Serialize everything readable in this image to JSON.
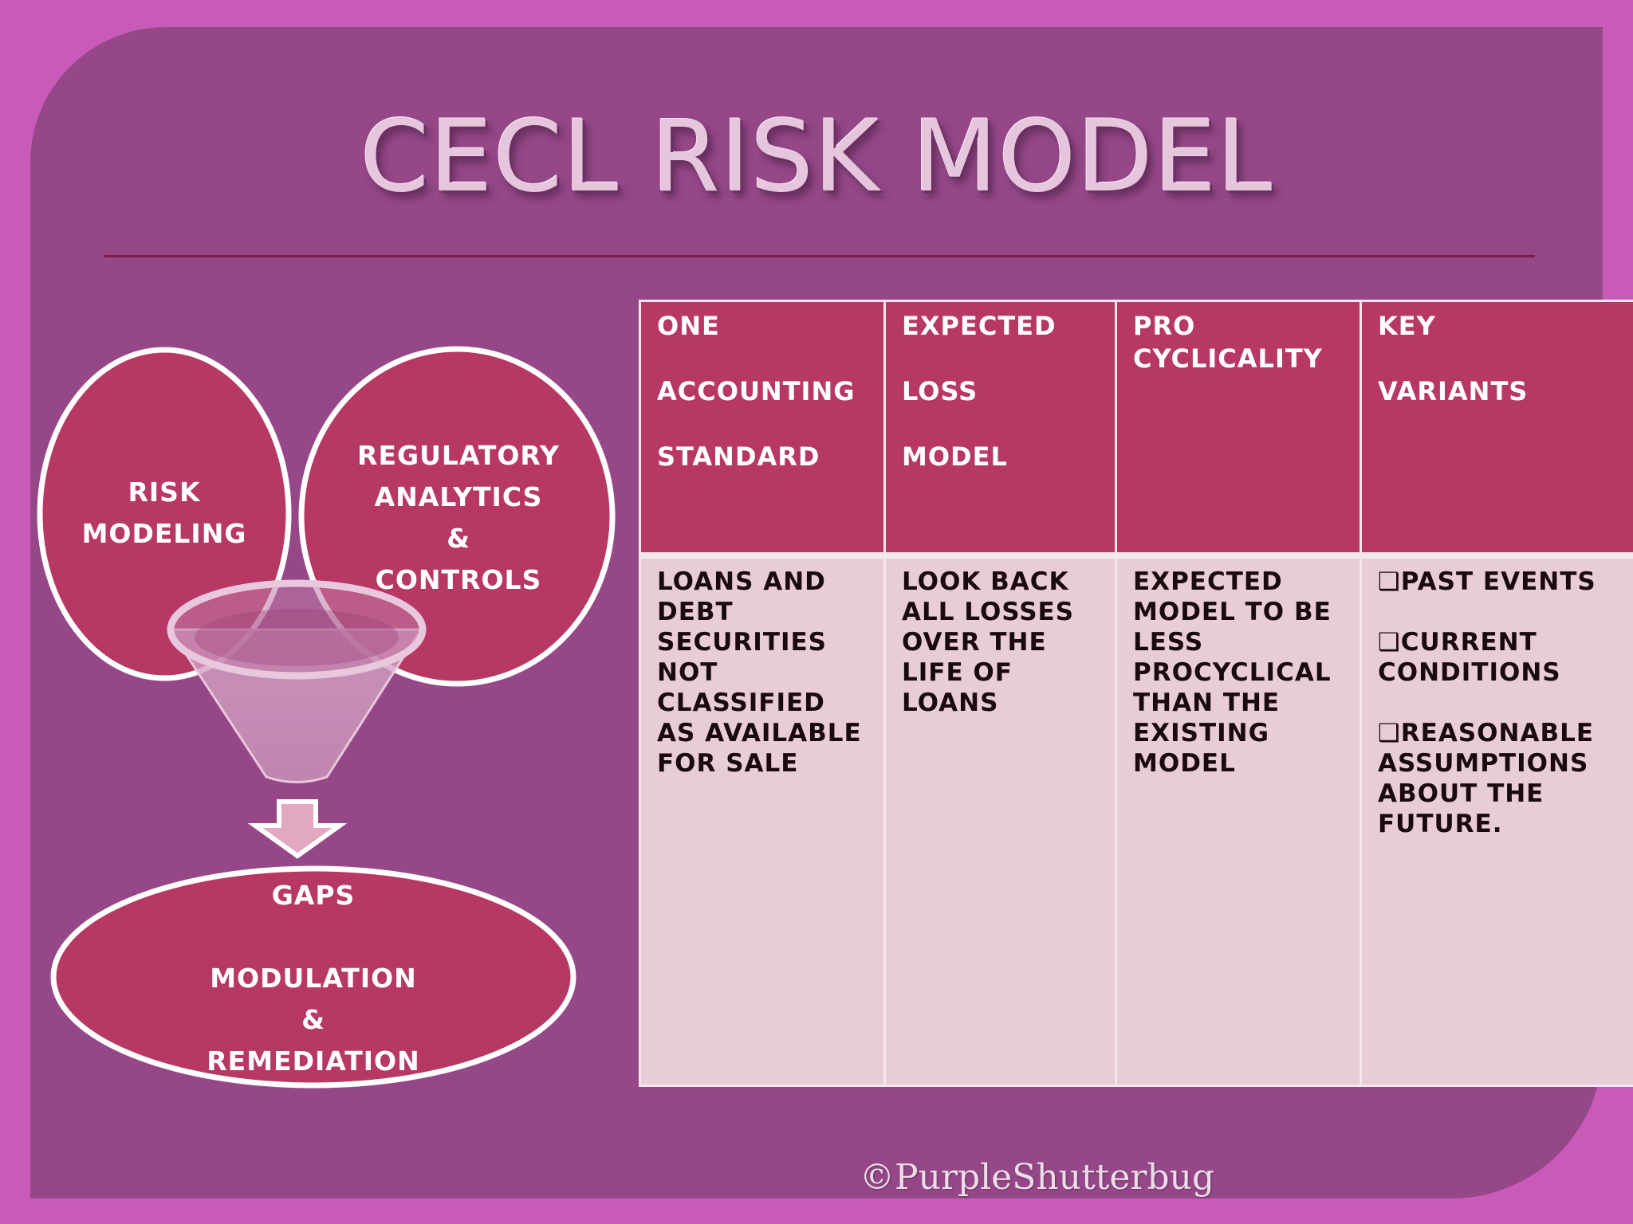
{
  "title": "CECL RISK MODEL",
  "diagram": {
    "risk_modeling": [
      "RISK",
      "MODELING"
    ],
    "regulatory": [
      "REGULATORY",
      "ANALYTICS",
      "&",
      "CONTROLS"
    ],
    "gaps": [
      "GAPS",
      "",
      "MODULATION",
      "&",
      "REMEDIATION"
    ]
  },
  "table": {
    "headers": [
      [
        "ONE",
        "",
        "ACCOUNTING",
        "",
        "STANDARD"
      ],
      [
        "EXPECTED",
        "",
        "LOSS",
        "",
        "MODEL"
      ],
      [
        "PRO",
        "CYCLICALITY"
      ],
      [
        "KEY",
        "",
        "VARIANTS"
      ]
    ],
    "cells": [
      [
        "LOANS AND",
        "DEBT",
        "SECURITIES",
        "NOT",
        "CLASSIFIED",
        "AS AVAILABLE",
        "FOR SALE"
      ],
      [
        "LOOK BACK",
        "ALL LOSSES",
        "OVER THE",
        "LIFE OF",
        "LOANS"
      ],
      [
        "EXPECTED",
        "MODEL TO BE",
        "LESS",
        "PROCYCLICAL",
        "THAN THE",
        "EXISTING",
        "MODEL"
      ],
      [
        "❑PAST EVENTS",
        "",
        "❑CURRENT",
        "CONDITIONS",
        "",
        "❑REASONABLE",
        "ASSUMPTIONS",
        "ABOUT THE",
        "FUTURE."
      ]
    ]
  },
  "copyright": "©PurpleShutterbug",
  "colors": {
    "frame": "#c85ab8",
    "slide": "#954788",
    "shape_fill": "#b83865",
    "table_head": "#b83865",
    "table_body": "#e8cdd8"
  }
}
